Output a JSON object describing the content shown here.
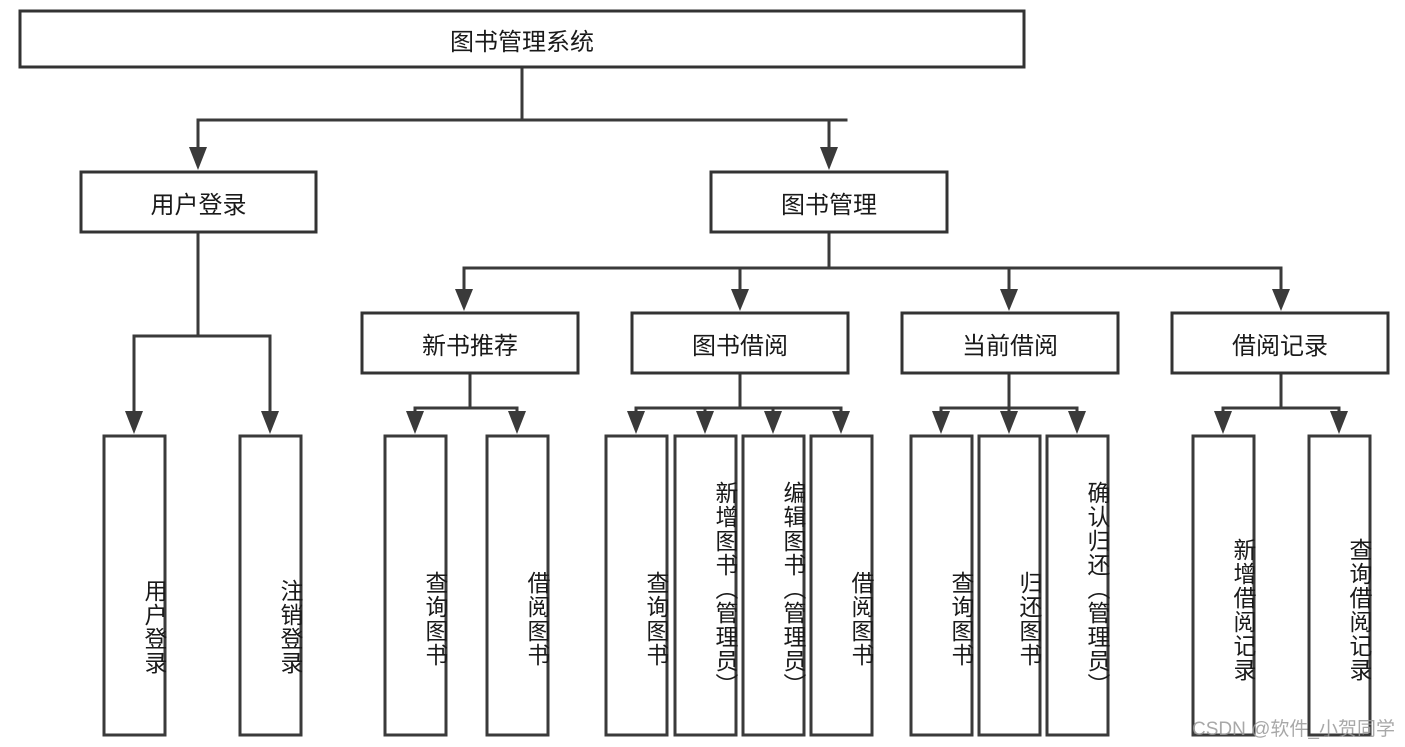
{
  "diagram": {
    "type": "tree",
    "title": "图书管理系统",
    "watermark": "CSDN @软件_小贺同学",
    "root": {
      "id": "root",
      "label": "图书管理系统",
      "orientation": "horizontal"
    },
    "level2": [
      {
        "id": "user-login",
        "label": "用户登录",
        "orientation": "horizontal"
      },
      {
        "id": "book-manage",
        "label": "图书管理",
        "orientation": "horizontal"
      }
    ],
    "level3": [
      {
        "id": "new-book-recommend",
        "label": "新书推荐",
        "orientation": "horizontal",
        "parent": "book-manage"
      },
      {
        "id": "book-borrow",
        "label": "图书借阅",
        "orientation": "horizontal",
        "parent": "book-manage"
      },
      {
        "id": "current-borrow",
        "label": "当前借阅",
        "orientation": "horizontal",
        "parent": "book-manage"
      },
      {
        "id": "borrow-record",
        "label": "借阅记录",
        "orientation": "horizontal",
        "parent": "book-manage"
      }
    ],
    "leaves": [
      {
        "id": "leaf-user-login",
        "label": "用户登录",
        "orientation": "vertical",
        "parent": "user-login"
      },
      {
        "id": "leaf-user-logout",
        "label": "注销登录",
        "orientation": "vertical",
        "parent": "user-login"
      },
      {
        "id": "leaf-query-book-1",
        "label": "查询图书",
        "orientation": "vertical",
        "parent": "new-book-recommend"
      },
      {
        "id": "leaf-borrow-book-1",
        "label": "借阅图书",
        "orientation": "vertical",
        "parent": "new-book-recommend"
      },
      {
        "id": "leaf-query-book-2",
        "label": "查询图书",
        "orientation": "vertical",
        "parent": "book-borrow"
      },
      {
        "id": "leaf-add-book",
        "label": "新增图书（管理员）",
        "orientation": "vertical",
        "parent": "book-borrow"
      },
      {
        "id": "leaf-edit-book",
        "label": "编辑图书（管理员）",
        "orientation": "vertical",
        "parent": "book-borrow"
      },
      {
        "id": "leaf-borrow-book-2",
        "label": "借阅图书",
        "orientation": "vertical",
        "parent": "book-borrow"
      },
      {
        "id": "leaf-query-book-3",
        "label": "查询图书",
        "orientation": "vertical",
        "parent": "current-borrow"
      },
      {
        "id": "leaf-return-book",
        "label": "归还图书",
        "orientation": "vertical",
        "parent": "current-borrow"
      },
      {
        "id": "leaf-confirm-return",
        "label": "确认归还（管理员）",
        "orientation": "vertical",
        "parent": "current-borrow"
      },
      {
        "id": "leaf-add-record",
        "label": "新增借阅记录",
        "orientation": "vertical",
        "parent": "borrow-record"
      },
      {
        "id": "leaf-query-record",
        "label": "查询借阅记录",
        "orientation": "vertical",
        "parent": "borrow-record"
      }
    ],
    "colors": {
      "background": "#ffffff",
      "box_fill": "#ffffff",
      "box_stroke": "#333333",
      "connector": "#3a3a3a",
      "text": "#1a1a1a",
      "watermark": "#9a9a9a"
    }
  }
}
